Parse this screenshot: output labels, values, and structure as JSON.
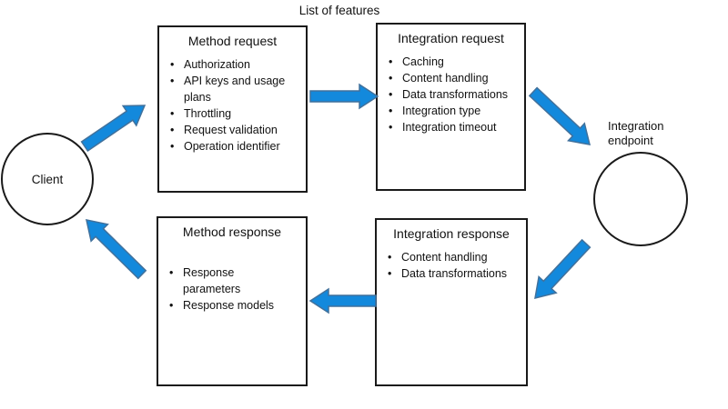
{
  "title": "List of features",
  "colors": {
    "arrow_fill": "#1389DC",
    "arrow_stroke": "#41719C",
    "shape_border": "#1A1A1A",
    "text": "#111111"
  },
  "nodes": {
    "client": {
      "label": "Client"
    },
    "integration_endpoint": {
      "label": "Integration endpoint"
    },
    "method_request": {
      "title": "Method request",
      "items": [
        "Authorization",
        "API keys and usage plans",
        "Throttling",
        "Request validation",
        "Operation identifier"
      ]
    },
    "integration_request": {
      "title": "Integration request",
      "items": [
        "Caching",
        "Content handling",
        "Data transformations",
        "Integration type",
        "Integration timeout"
      ]
    },
    "method_response": {
      "title": "Method response",
      "items": [
        "Response parameters",
        "Response models"
      ]
    },
    "integration_response": {
      "title": "Integration response",
      "items": [
        "Content handling",
        "Data transformations"
      ]
    }
  },
  "edges": [
    {
      "name": "client-to-method-request",
      "from": "client",
      "to": "method_request"
    },
    {
      "name": "method-request-to-integration-request",
      "from": "method_request",
      "to": "integration_request"
    },
    {
      "name": "integration-request-to-integration-endpoint",
      "from": "integration_request",
      "to": "integration_endpoint"
    },
    {
      "name": "integration-endpoint-to-integration-response",
      "from": "integration_endpoint",
      "to": "integration_response"
    },
    {
      "name": "integration-response-to-method-response",
      "from": "integration_response",
      "to": "method_response"
    },
    {
      "name": "method-response-to-client",
      "from": "method_response",
      "to": "client"
    }
  ]
}
